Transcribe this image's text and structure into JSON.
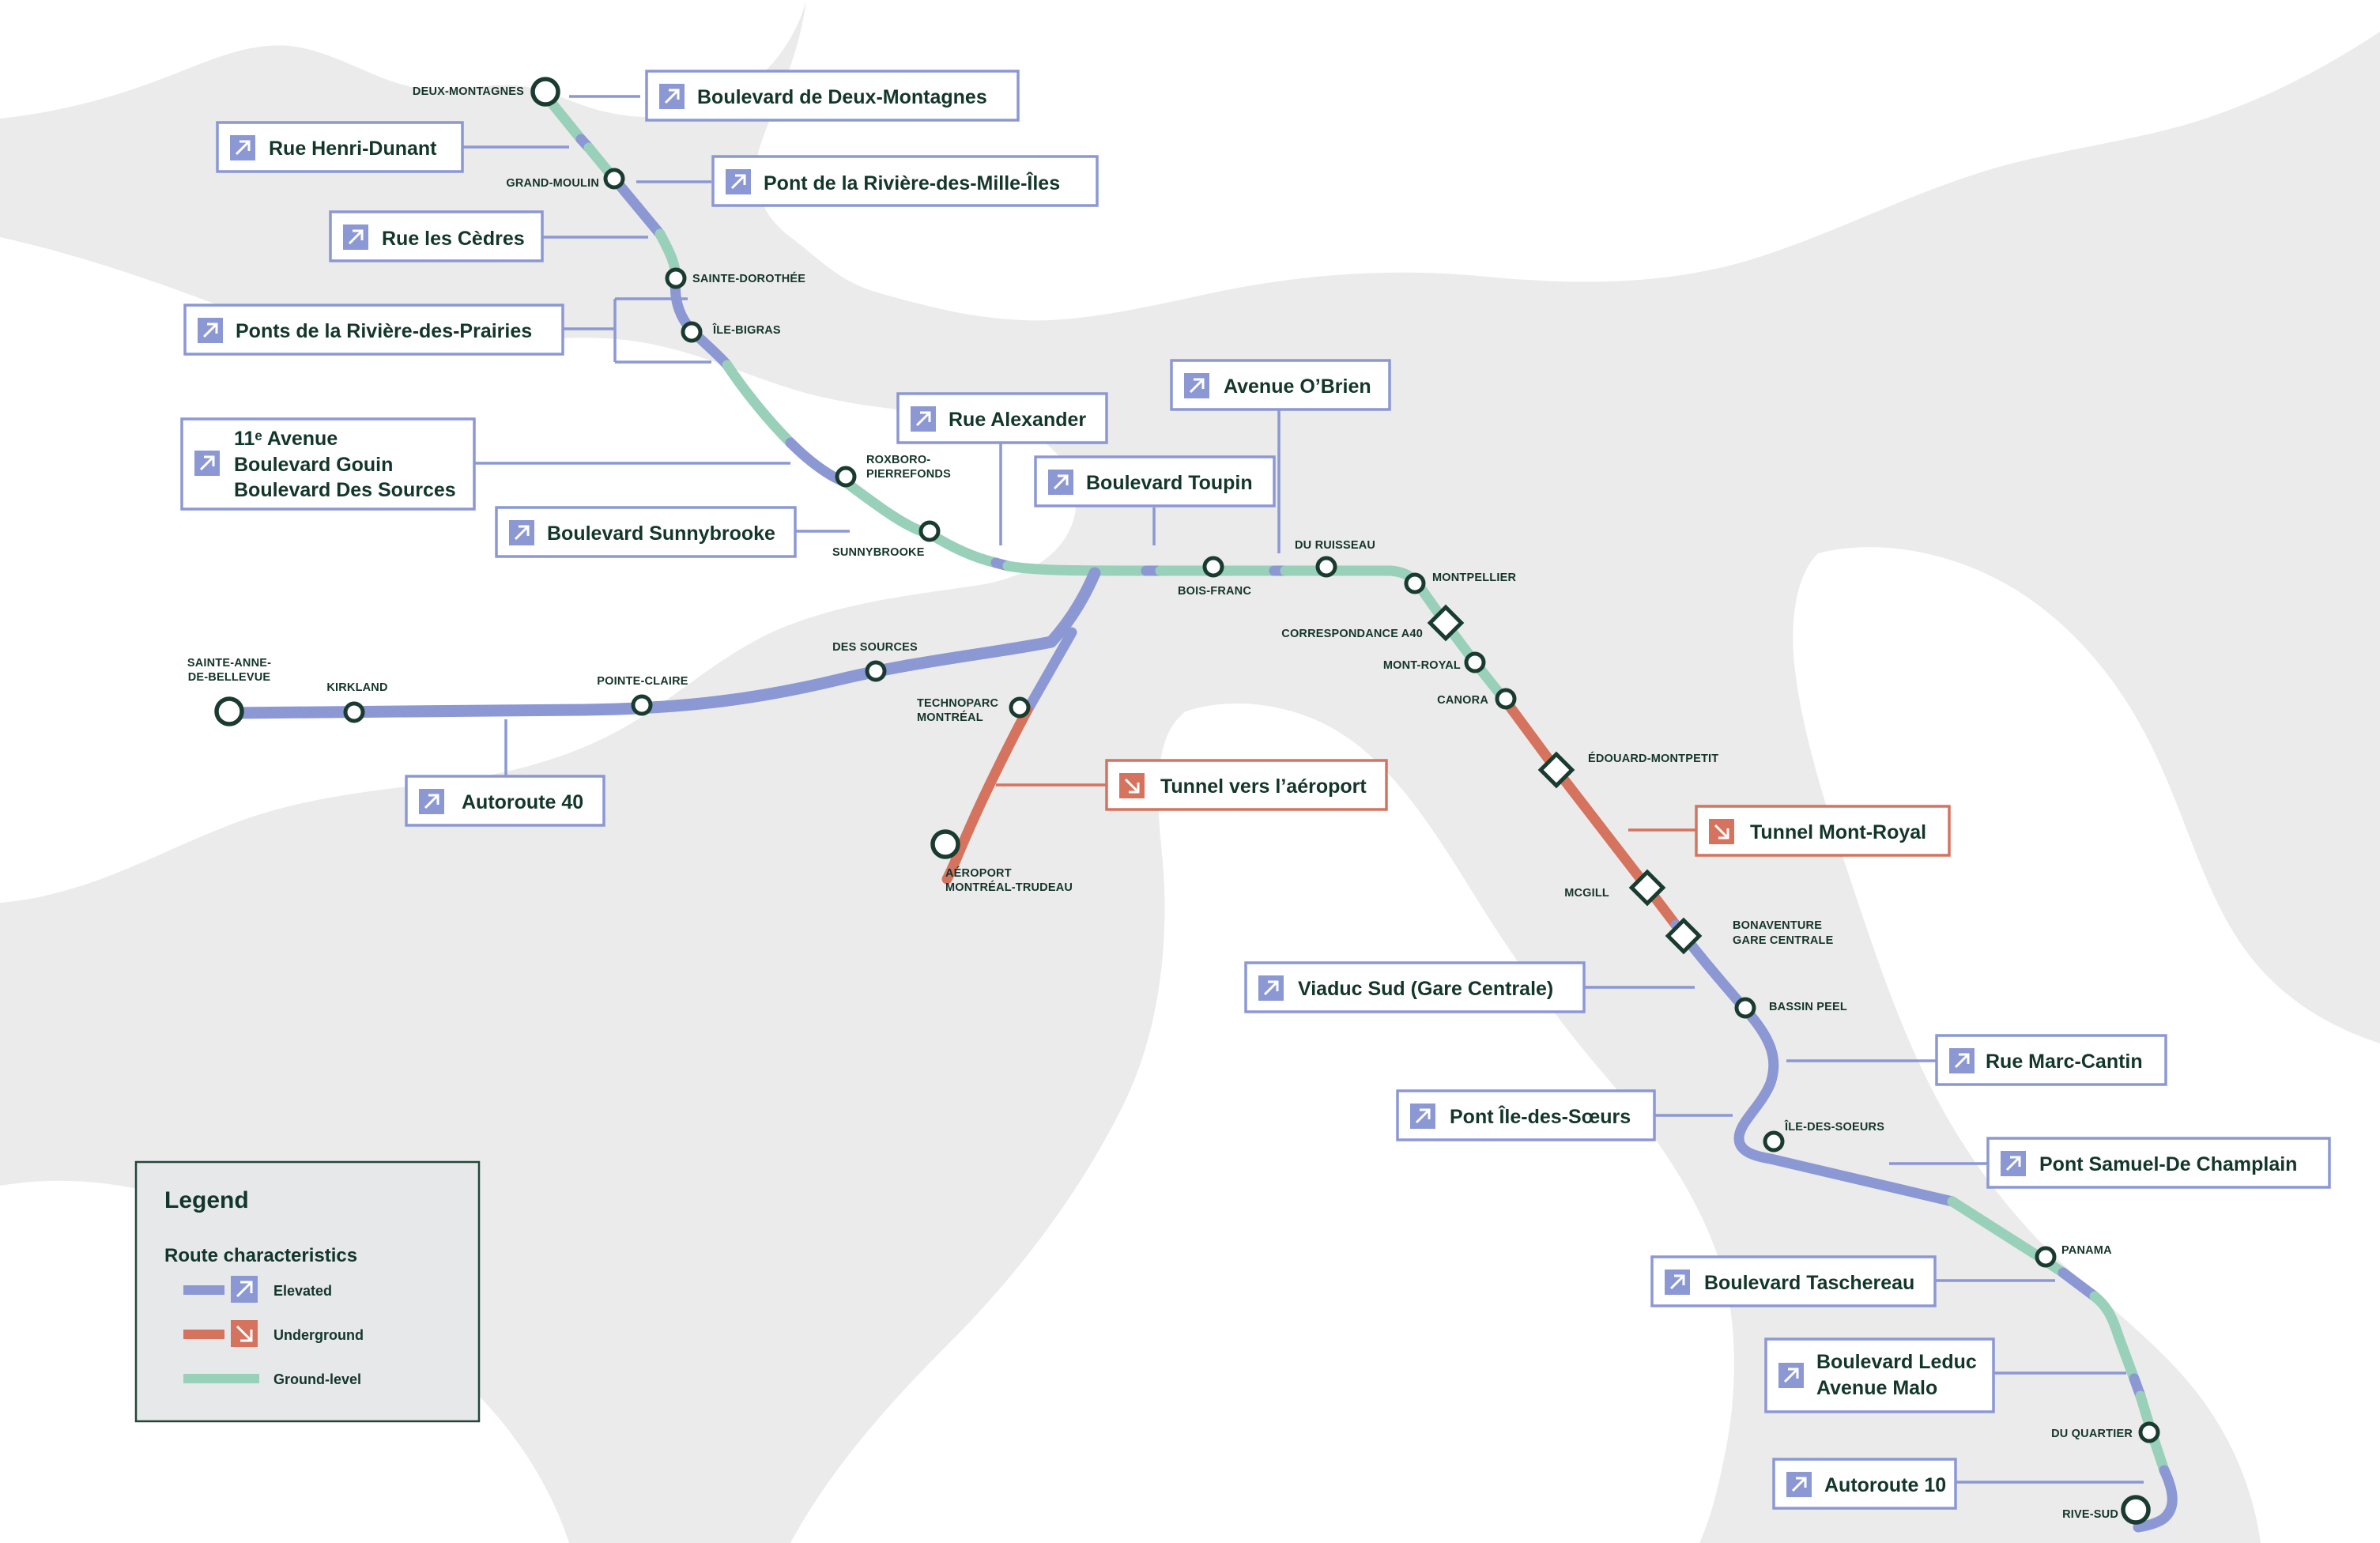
{
  "colors": {
    "elevated": "#8b98d4",
    "underground": "#d5735e",
    "ground": "#99d0b9",
    "station_outline": "#1a3c30",
    "text_dark": "#13362b",
    "land": "#ebebeb"
  },
  "stations": [
    {
      "name": "DEUX-MONTAGNES"
    },
    {
      "name": "GRAND-MOULIN"
    },
    {
      "name": "SAINTE-DOROTHÉE"
    },
    {
      "name": "ÎLE-BIGRAS"
    },
    {
      "name": "ROXBORO-",
      "name2": "PIERREFONDS"
    },
    {
      "name": "SUNNYBROOKE"
    },
    {
      "name": "BOIS-FRANC"
    },
    {
      "name": "DU RUISSEAU"
    },
    {
      "name": "MONTPELLIER"
    },
    {
      "name": "CORRESPONDANCE A40"
    },
    {
      "name": "MONT-ROYAL"
    },
    {
      "name": "CANORA"
    },
    {
      "name": "ÉDOUARD-MONTPETIT"
    },
    {
      "name": "MCGILL"
    },
    {
      "name": "BONAVENTURE",
      "name2": "GARE CENTRALE"
    },
    {
      "name": "BASSIN PEEL"
    },
    {
      "name": "ÎLE-DES-SOEURS"
    },
    {
      "name": "PANAMA"
    },
    {
      "name": "DU QUARTIER"
    },
    {
      "name": "RIVE-SUD"
    },
    {
      "name": "SAINTE-ANNE-",
      "name2": "DE-BELLEVUE"
    },
    {
      "name": "KIRKLAND"
    },
    {
      "name": "POINTE-CLAIRE"
    },
    {
      "name": "DES SOURCES"
    },
    {
      "name": "TECHNOPARC",
      "name2": "MONTRÉAL"
    },
    {
      "name": "AÉROPORT",
      "name2": "MONTRÉAL-TRUDEAU"
    }
  ],
  "callouts": [
    {
      "lines": [
        "Boulevard de Deux-Montagnes"
      ],
      "kind": "elevated",
      "icon": "arrow-up-right-icon"
    },
    {
      "lines": [
        "Rue Henri-Dunant"
      ],
      "kind": "elevated",
      "icon": "arrow-up-right-icon"
    },
    {
      "lines": [
        "Pont de la Rivière-des-Mille-Îles"
      ],
      "kind": "elevated",
      "icon": "arrow-up-right-icon"
    },
    {
      "lines": [
        "Rue les Cèdres"
      ],
      "kind": "elevated",
      "icon": "arrow-up-right-icon"
    },
    {
      "lines": [
        "Ponts de la Rivière-des-Prairies"
      ],
      "kind": "elevated",
      "icon": "arrow-up-right-icon"
    },
    {
      "lines": [
        "11ᵉ Avenue",
        "Boulevard Gouin",
        "Boulevard Des Sources"
      ],
      "kind": "elevated",
      "icon": "arrow-up-right-icon"
    },
    {
      "lines": [
        "Boulevard Sunnybrooke"
      ],
      "kind": "elevated",
      "icon": "arrow-up-right-icon"
    },
    {
      "lines": [
        "Rue Alexander"
      ],
      "kind": "elevated",
      "icon": "arrow-up-right-icon"
    },
    {
      "lines": [
        "Boulevard Toupin"
      ],
      "kind": "elevated",
      "icon": "arrow-up-right-icon"
    },
    {
      "lines": [
        "Avenue O’Brien"
      ],
      "kind": "elevated",
      "icon": "arrow-up-right-icon"
    },
    {
      "lines": [
        "Autoroute 40"
      ],
      "kind": "elevated",
      "icon": "arrow-up-right-icon"
    },
    {
      "lines": [
        "Tunnel vers l’aéroport"
      ],
      "kind": "underground",
      "icon": "arrow-down-right-icon"
    },
    {
      "lines": [
        "Tunnel Mont-Royal"
      ],
      "kind": "underground",
      "icon": "arrow-down-right-icon"
    },
    {
      "lines": [
        "Viaduc Sud (Gare Centrale)"
      ],
      "kind": "elevated",
      "icon": "arrow-up-right-icon"
    },
    {
      "lines": [
        "Rue Marc-Cantin"
      ],
      "kind": "elevated",
      "icon": "arrow-up-right-icon"
    },
    {
      "lines": [
        "Pont Île-des-Sœurs"
      ],
      "kind": "elevated",
      "icon": "arrow-up-right-icon"
    },
    {
      "lines": [
        "Pont Samuel-De Champlain"
      ],
      "kind": "elevated",
      "icon": "arrow-up-right-icon"
    },
    {
      "lines": [
        "Boulevard Taschereau"
      ],
      "kind": "elevated",
      "icon": "arrow-up-right-icon"
    },
    {
      "lines": [
        "Boulevard Leduc",
        "Avenue Malo"
      ],
      "kind": "elevated",
      "icon": "arrow-up-right-icon"
    },
    {
      "lines": [
        "Autoroute 10"
      ],
      "kind": "elevated",
      "icon": "arrow-up-right-icon"
    }
  ],
  "legend": {
    "title": "Legend",
    "subtitle": "Route characteristics",
    "items": [
      {
        "label": "Elevated",
        "kind": "elevated",
        "icon": "arrow-up-right-icon"
      },
      {
        "label": "Underground",
        "kind": "underground",
        "icon": "arrow-down-right-icon"
      },
      {
        "label": "Ground-level",
        "kind": "ground",
        "icon": ""
      }
    ]
  }
}
